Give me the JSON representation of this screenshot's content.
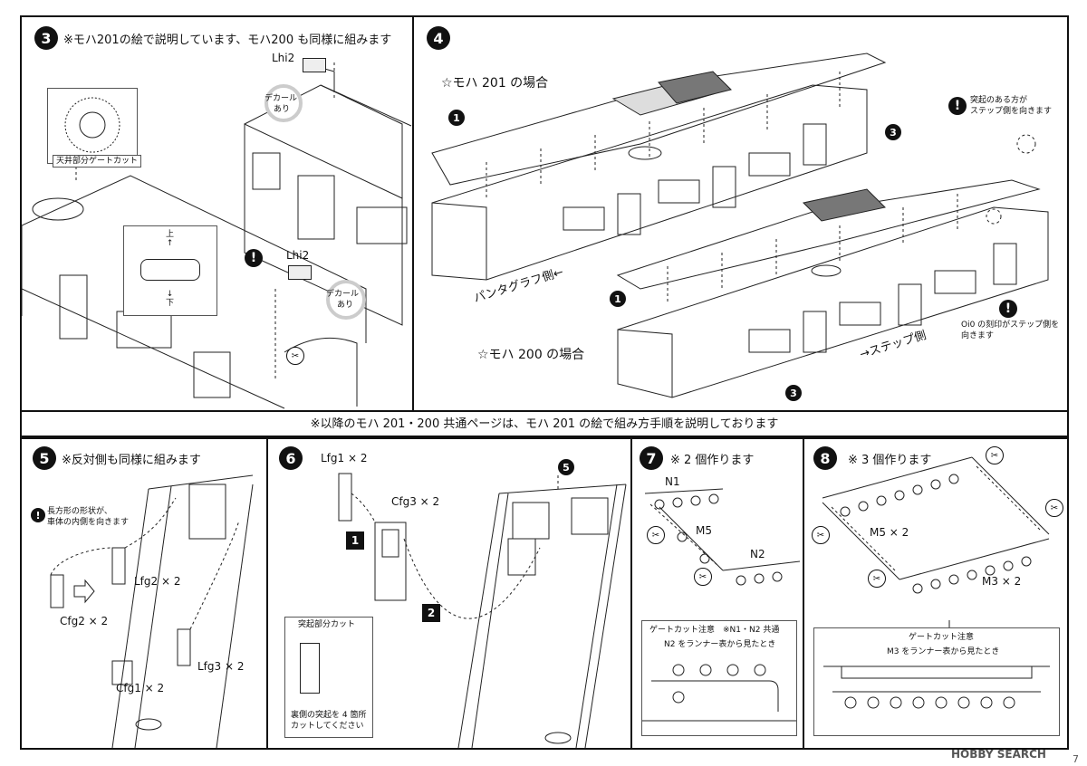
{
  "step3": {
    "num": "3",
    "note": "※モハ201の絵で説明しています、モハ200 も同様に組みます",
    "part_top": "Lhi2",
    "decal_top": [
      "デカール",
      "あり"
    ],
    "gate_label": "天井部分ゲートカット",
    "up": "上\n↑",
    "down": "↓\n下",
    "part_mid": "Lhi2",
    "decal_mid": [
      "デカール",
      "あり"
    ]
  },
  "step4": {
    "num": "4",
    "moha201": "☆モハ 201 の場合",
    "moha200": "☆モハ 200 の場合",
    "pantograph_side": "パンタグラフ側←",
    "step_side": "→ステップ側",
    "note_protrusion": [
      "突起のある方が",
      "ステップ側を向きます"
    ],
    "note_oi0": [
      "Oi0 の刻印がステップ側を",
      "向きます"
    ],
    "ref1": "1",
    "ref3": "3"
  },
  "common_note": "※以降のモハ 201・200 共通ページは、モハ 201 の絵で組み方手順を説明しております",
  "step5": {
    "num": "5",
    "note": "※反対側も同様に組みます",
    "shape_note": [
      "長方形の形状が、",
      "車体の内側を向きます"
    ],
    "cfg2": "Cfg2 × 2",
    "lfg2": "Lfg2 × 2",
    "lfg3": "Lfg3 × 2",
    "cfg1": "Cfg1 × 2"
  },
  "step6": {
    "num": "6",
    "lfg1": "Lfg1 × 2",
    "cfg3": "Cfg3 × 2",
    "sub1": "1",
    "sub2": "2",
    "ref5": "5",
    "cut_title": "突起部分カット",
    "cut_note": [
      "裏側の突起を 4 箇所",
      "カットしてください"
    ]
  },
  "step7": {
    "num": "7",
    "note": "※ 2 個作ります",
    "n1": "N1",
    "m5": "M5",
    "n2": "N2",
    "gate_title": "ゲートカット注意　※N1・N2 共通",
    "gate_sub": "N2 をランナー表から見たとき"
  },
  "step8": {
    "num": "8",
    "note": "※ 3 個作ります",
    "m5": "M5 × 2",
    "m3": "M3 × 2",
    "gate_title": "ゲートカット注意",
    "gate_sub": "M3 をランナー表から見たとき"
  },
  "footer": {
    "brand": "HOBBY SEARCH",
    "page": "7"
  }
}
